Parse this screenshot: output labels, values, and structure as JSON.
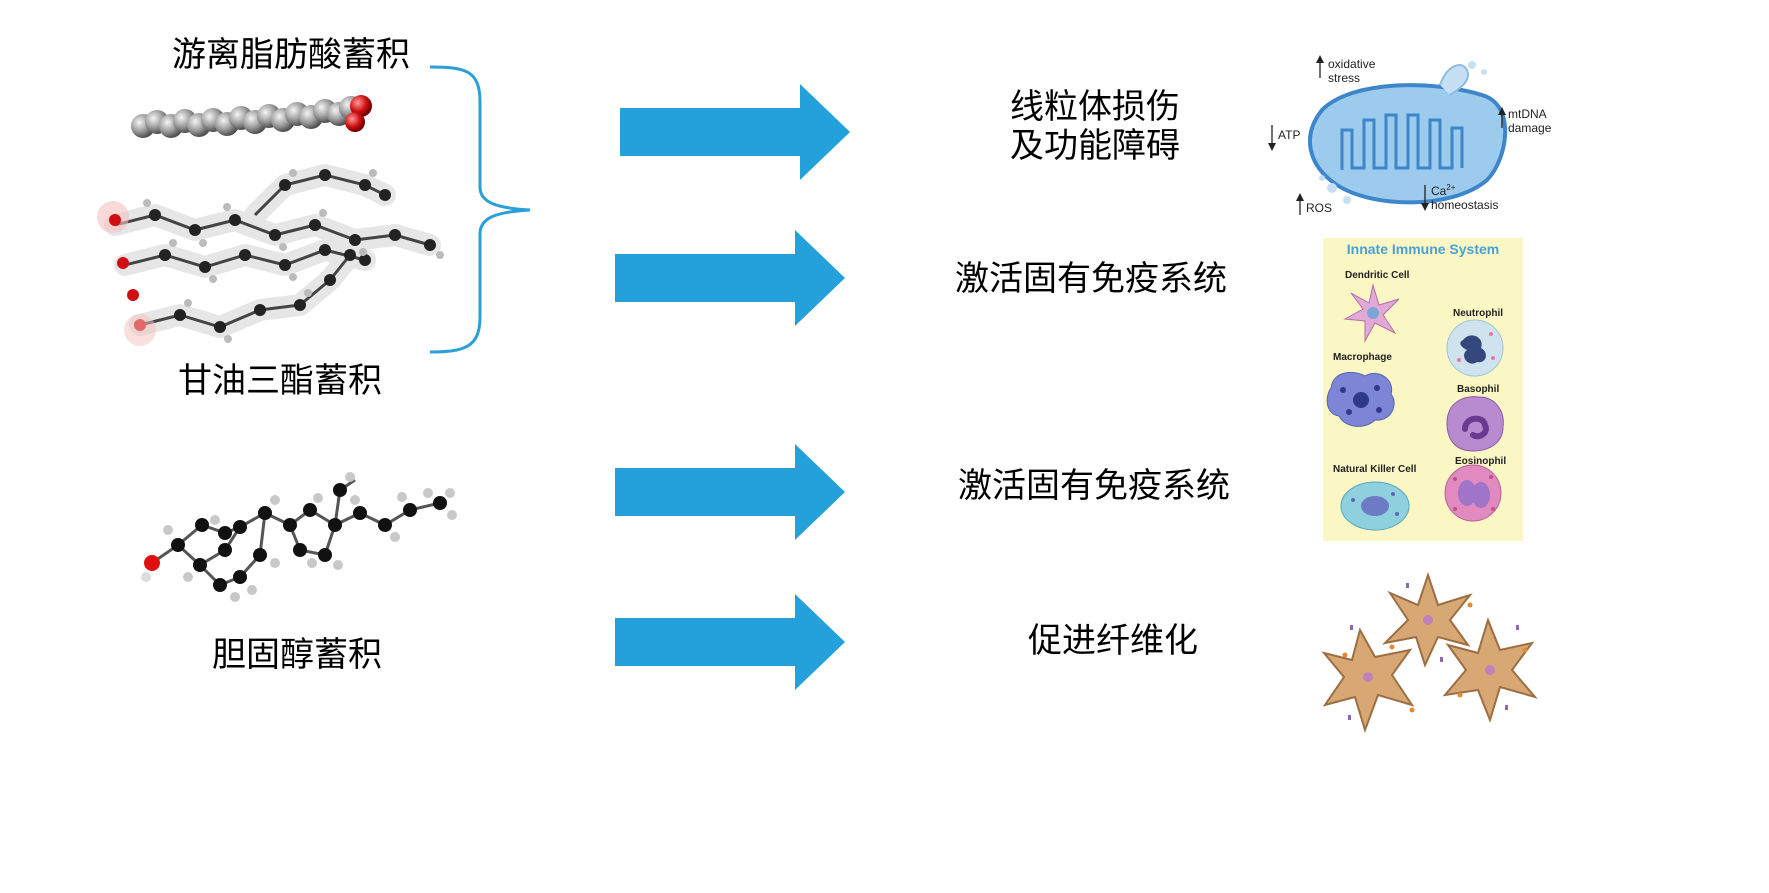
{
  "left_labels": {
    "free_fatty_acid": "游离脂肪酸蓄积",
    "triglyceride": "甘油三酯蓄积",
    "cholesterol": "胆固醇蓄积"
  },
  "right_labels": {
    "mito": "线粒体损伤\n及功能障碍",
    "innate1": "激活固有免疫系统",
    "innate2": "激活固有免疫系统",
    "fibrosis": "促进纤维化"
  },
  "mito_panel": {
    "oxidative": "oxidative\nstress",
    "atp": "ATP",
    "ros": "ROS",
    "ca": "Ca",
    "ca_sup": "2+",
    "homeostasis": "homeostasis",
    "mtdna": "mtDNA\ndamage"
  },
  "immune_panel": {
    "title": "Innate Immune System",
    "cells": [
      "Dendritic Cell",
      "Neutrophil",
      "Macrophage",
      "Basophil",
      "Natural Killer Cell",
      "Eosinophil"
    ]
  },
  "colors": {
    "arrow": "#24a0db",
    "brace": "#2b9fd8",
    "immune_bg": "#fbf7c4",
    "immune_title": "#4a9fd8",
    "mito_fill": "#9ccbee",
    "mito_stroke": "#3d86c9",
    "fibroblast": "#d7a774"
  },
  "icons": [
    "fatty-acid-molecule",
    "triglyceride-molecule",
    "cholesterol-molecule",
    "mitochondrion-icon",
    "fibroblast-cluster-icon"
  ]
}
